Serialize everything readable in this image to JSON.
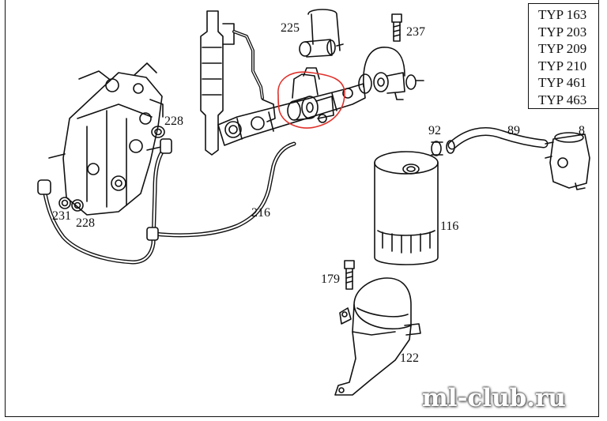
{
  "type_list": [
    "TYP 163",
    "TYP 203",
    "TYP 209",
    "TYP 210",
    "TYP 461",
    "TYP 463"
  ],
  "callouts": {
    "p225": "225",
    "p237": "237",
    "p228a": "228",
    "p228b": "228",
    "p231": "231",
    "p216": "216",
    "p92": "92",
    "p89": "89",
    "p8": "8",
    "p116": "116",
    "p179": "179",
    "p122": "122"
  },
  "watermark": "ml-club.ru",
  "colors": {
    "line": "#111111",
    "highlight": "#e0302a",
    "paper": "#ffffff"
  }
}
